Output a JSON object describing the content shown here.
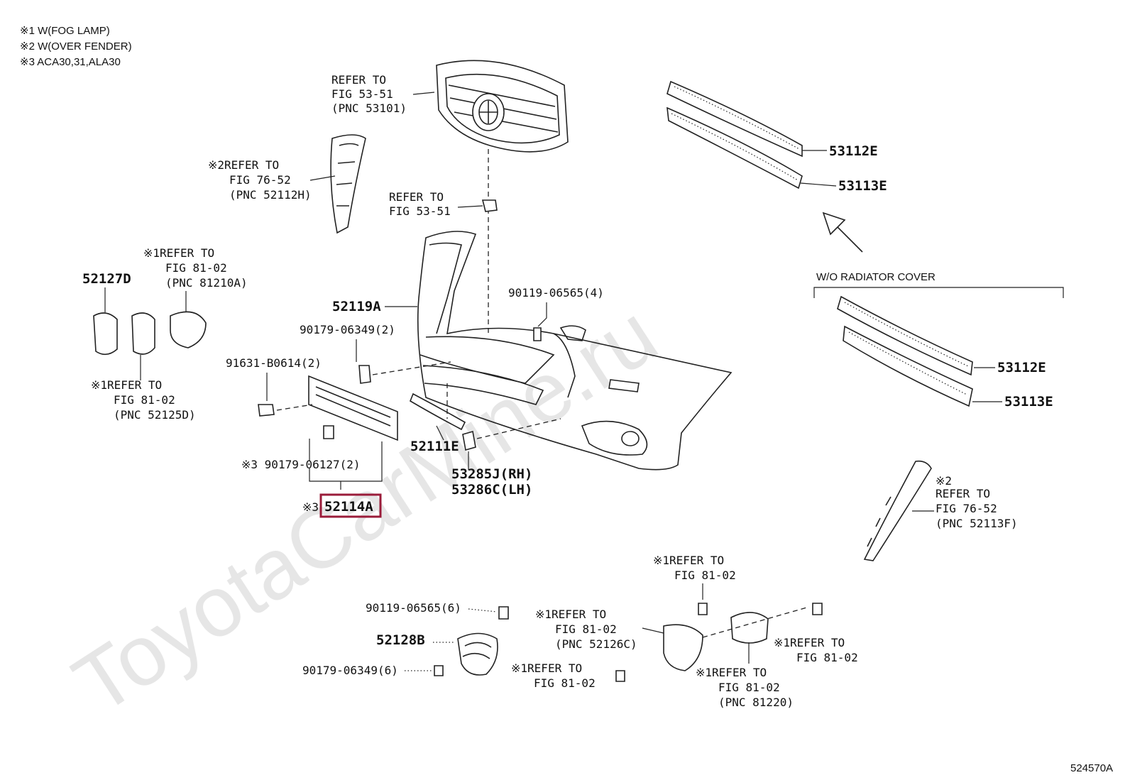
{
  "notes": [
    "※1 W(FOG LAMP)",
    "※2 W(OVER FENDER)",
    "※3 ACA30,31,ALA30"
  ],
  "watermark": "ToyotaCarMine.ru",
  "diagram_code": "524570A",
  "highlighted_part": "52114A",
  "labels": {
    "refer_grille": [
      "REFER TO",
      "FIG 53-51",
      "(PNC 53101)"
    ],
    "refer_fender_l": [
      "※2REFER TO",
      "FIG 76-52",
      "(PNC 52112H)"
    ],
    "refer_clip": [
      "REFER TO",
      "FIG 53-51"
    ],
    "refer_foglamp_top": [
      "※1REFER TO",
      "FIG 81-02",
      "(PNC 81210A)"
    ],
    "refer_foglamp_l": [
      "※1REFER TO",
      "FIG 81-02",
      "(PNC 52125D)"
    ],
    "refer_fender_r": [
      "※2",
      "REFER TO",
      "FIG 76-52",
      "(PNC 52113F)"
    ],
    "refer_bottom_top": [
      "※1REFER TO",
      "FIG 81-02"
    ],
    "refer_bottom_mid": [
      "※1REFER TO",
      "FIG 81-02",
      "(PNC 52126C)"
    ],
    "refer_bottom_right": [
      "※1REFER TO",
      "FIG 81-02"
    ],
    "refer_bottom_bracket": [
      "※1REFER TO",
      "FIG 81-02"
    ],
    "refer_bottom_lamp": [
      "※1REFER TO",
      "FIG 81-02",
      "(PNC 81220)"
    ],
    "wo_radiator_cover": "W/O RADIATOR COVER",
    "p_52127D": "52127D",
    "p_52119A": "52119A",
    "p_90119_4": "90119-06565(4)",
    "p_90179_2": "90179-06349(2)",
    "p_91631": "91631-B0614(2)",
    "p_90179_127": "※3 90179-06127(2)",
    "p_52114A_prefix": "※3",
    "p_52114A": "52114A",
    "p_52111E": "52111E",
    "p_53285J": "53285J(RH)",
    "p_53286C": "53286C(LH)",
    "p_53112E_top": "53112E",
    "p_53113E_top": "53113E",
    "p_53112E_bot": "53112E",
    "p_53113E_bot": "53113E",
    "p_90119_6": "90119-06565(6)",
    "p_52128B": "52128B",
    "p_90179_6": "90179-06349(6)"
  }
}
